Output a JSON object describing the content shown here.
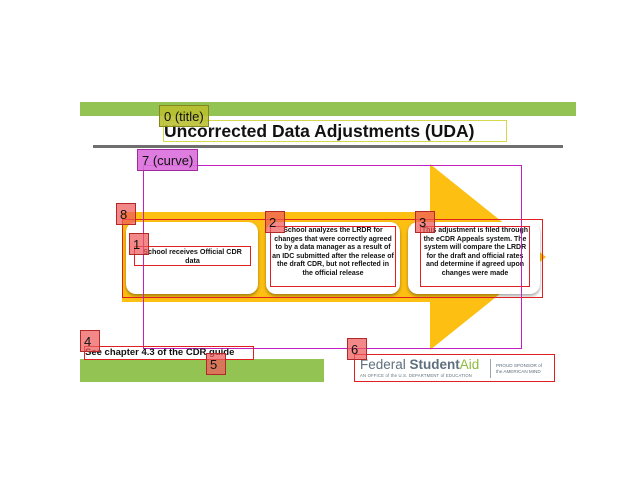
{
  "slide": {
    "title": "Uncorrected Data Adjustments (UDA)",
    "steps": [
      "School receives Official CDR data",
      "School analyzes the LRDR for changes that were correctly agreed to by a data manager as a result of an IDC submitted after the release of the draft CDR, but not reflected in the official release",
      "This adjustment is filed through the eCDR Appeals system.  The system will compare the LRDR for the draft and official rates and determine if agreed upon changes were made"
    ],
    "reference": "See chapter 4.3 of the CDR guide",
    "logo": {
      "name_part1": "Federal",
      "name_part2": "Student",
      "name_part3": "Aid",
      "tagline": "AN OFFICE of the U.S. DEPARTMENT of EDUCATION",
      "sponsor_line1": "PROUD SPONSOR of",
      "sponsor_line2": "the AMERICAN MIND"
    }
  },
  "labels": [
    "0 (title)",
    "7 (curve)",
    "8",
    "1",
    "2",
    "3",
    "4",
    "5",
    "6"
  ],
  "colors": {
    "accent_bar": "#92c353",
    "arrow": "#fcbf12",
    "title_box": "#d6d84c",
    "curve_box": "#c21fc2",
    "element_box": "#e02020"
  }
}
